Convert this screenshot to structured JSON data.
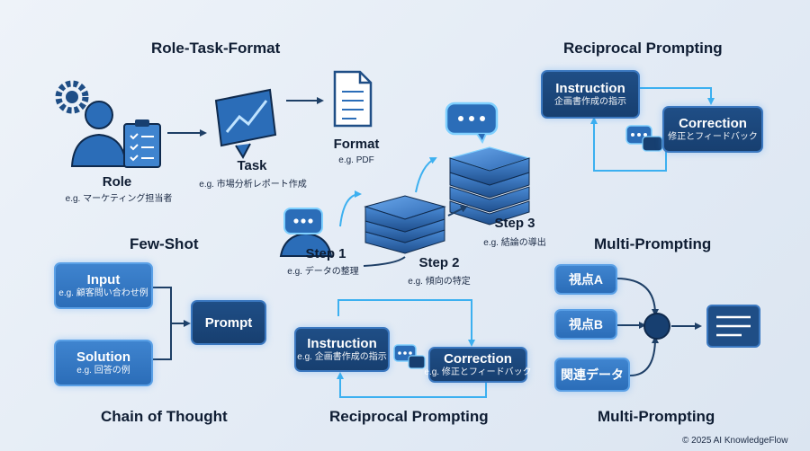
{
  "role_task_format": {
    "title": "Role-Task-Format",
    "role": {
      "label": "Role",
      "example": "e.g. マーケティング担当者"
    },
    "task": {
      "label": "Task",
      "example": "e.g. 市場分析レポート作成"
    },
    "format": {
      "label": "Format",
      "example": "e.g. PDF"
    }
  },
  "steps": [
    {
      "label": "Step 1",
      "example": "e.g. データの整理"
    },
    {
      "label": "Step 2",
      "example": "e.g. 傾向の特定"
    },
    {
      "label": "Step 3",
      "example": "e.g. 結論の導出"
    }
  ],
  "reciprocal_top": {
    "title": "Reciprocal Prompting",
    "instruction": {
      "label": "Instruction",
      "example": "企画書作成の指示"
    },
    "correction": {
      "label": "Correction",
      "example": "修正とフィードバック"
    }
  },
  "few_shot": {
    "title": "Few-Shot",
    "input": {
      "label": "Input",
      "example": "e.g. 顧客問い合わせ例"
    },
    "solution": {
      "label": "Solution",
      "example": "e.g. 回答の例"
    },
    "prompt": "Prompt",
    "caption": "Chain of Thought"
  },
  "reciprocal_bottom": {
    "instruction": {
      "label": "Instruction",
      "example": "e.g. 企画書作成の指示"
    },
    "correction": {
      "label": "Correction",
      "example": "e.g. 修正とフィードバック"
    },
    "caption": "Reciprocal Prompting"
  },
  "multi_prompting": {
    "title": "Multi-Prompting",
    "inputs": [
      "視点A",
      "視点B",
      "関連データ"
    ],
    "caption": "Multi-Prompting"
  },
  "footer": "© 2025 AI KnowledgeFlow",
  "colors": {
    "navy": "#173f70",
    "blue": "#2b6db8",
    "glow": "#5ec8ff",
    "line": "#1e3f66"
  }
}
